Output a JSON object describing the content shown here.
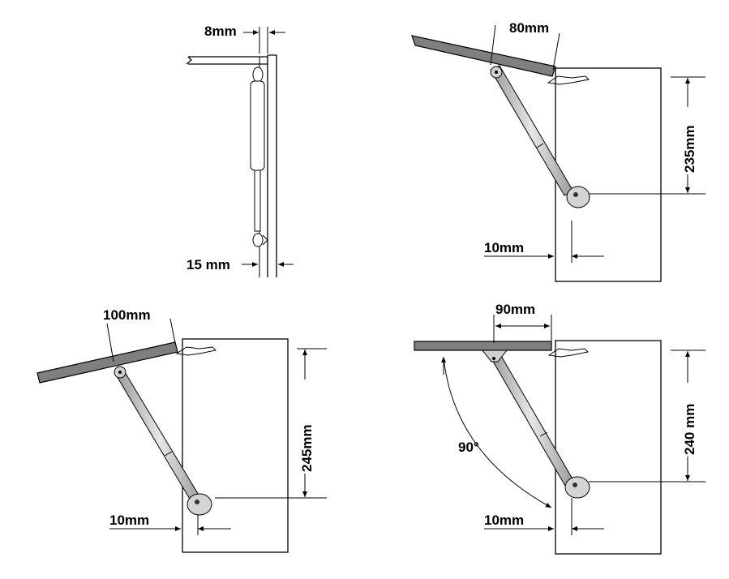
{
  "colors": {
    "background": "#ffffff",
    "line": "#000000",
    "lid": "#7f7f7f",
    "strut_body": "#c8c8c8",
    "strut_dark": "#8a8a8a",
    "fitting": "#d4d4d4"
  },
  "figure_side": {
    "gap_label": "8mm",
    "bottom_label": "15 mm"
  },
  "figure_80": {
    "lid_label": "80mm",
    "height_label": "235mm",
    "offset_label": "10mm"
  },
  "figure_100": {
    "lid_label": "100mm",
    "height_label": "245mm",
    "offset_label": "10mm"
  },
  "figure_90": {
    "lid_label": "90mm",
    "height_label": "240 mm",
    "angle_label": "90°",
    "offset_label": "10mm"
  }
}
